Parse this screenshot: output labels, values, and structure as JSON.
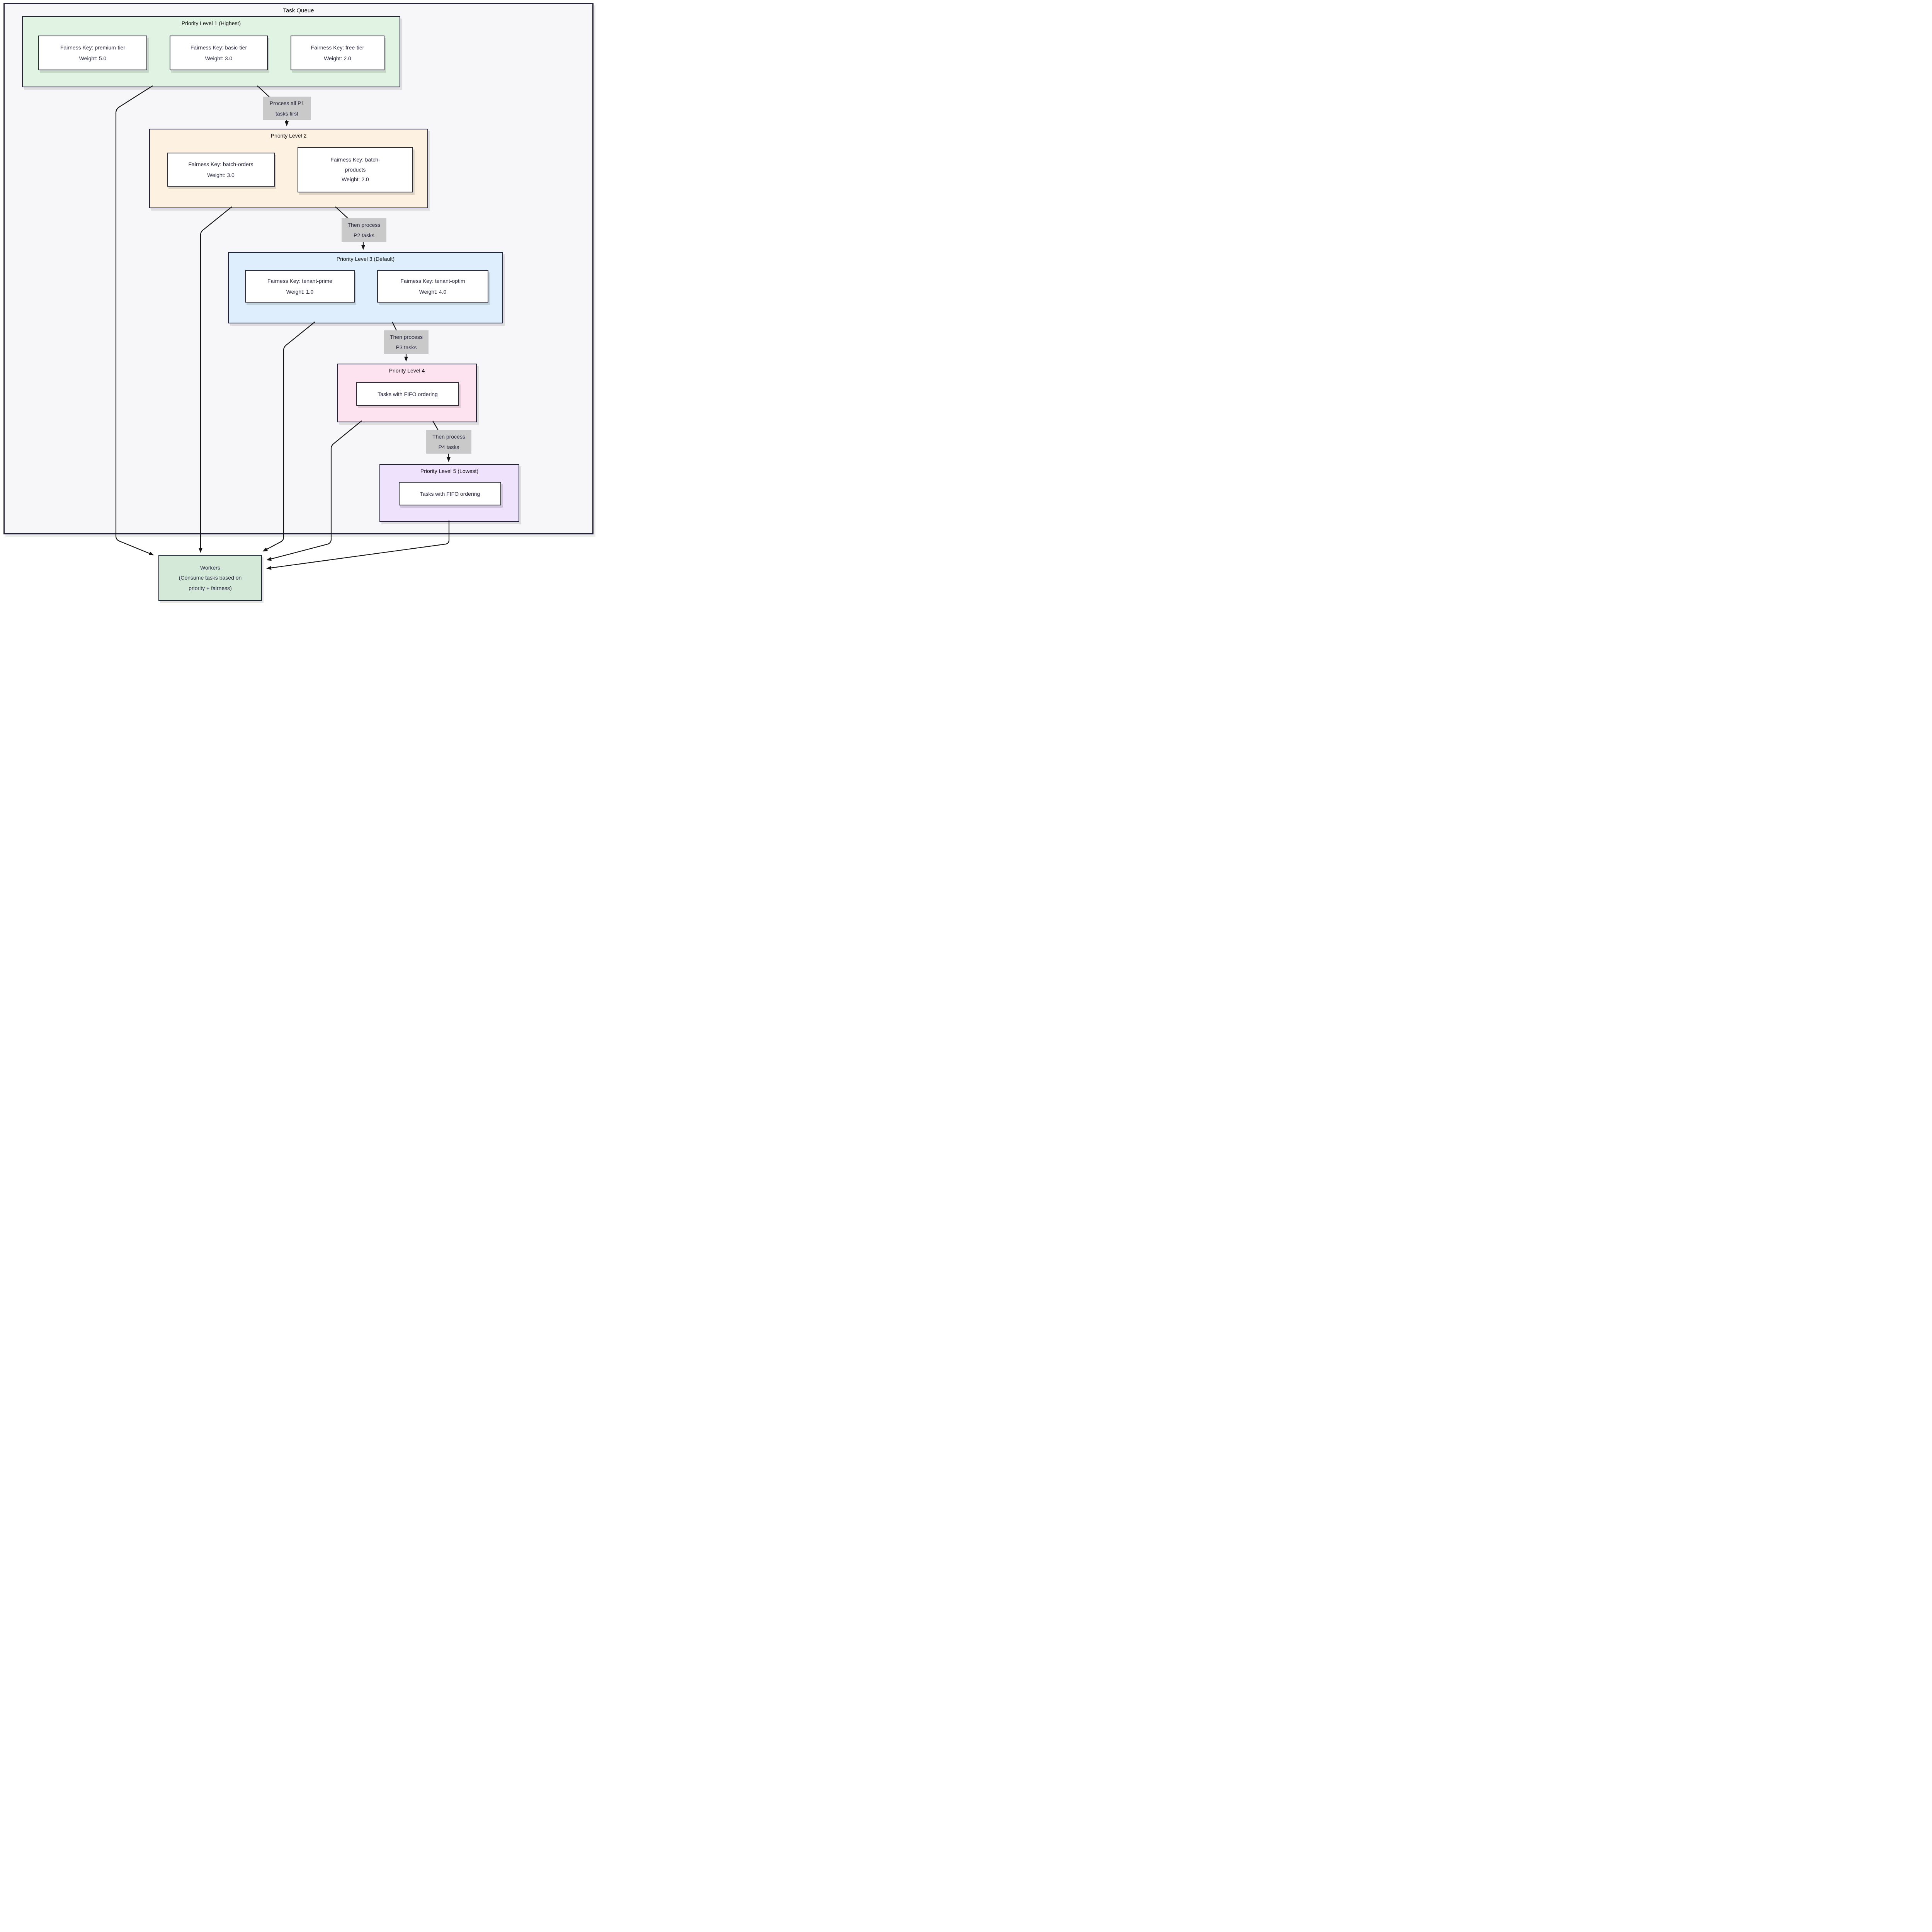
{
  "container": {
    "title": "Task Queue",
    "fill": "#f7f7fa",
    "border": "#23233a"
  },
  "levels": {
    "p1": {
      "title": "Priority Level 1 (Highest)",
      "fill": "#e1f3e2",
      "nodes": {
        "premium": {
          "lines": [
            "Fairness Key: premium-tier",
            "Weight: 5.0"
          ]
        },
        "basic": {
          "lines": [
            "Fairness Key: basic-tier",
            "Weight: 3.0"
          ]
        },
        "free": {
          "lines": [
            "Fairness Key: free-tier",
            "Weight: 2.0"
          ]
        }
      }
    },
    "p2": {
      "title": "Priority Level 2",
      "fill": "#fdf2e2",
      "nodes": {
        "batch_orders": {
          "lines": [
            "Fairness Key: batch-orders",
            "Weight: 3.0"
          ]
        },
        "batch_products": {
          "lines": [
            "Fairness Key: batch-",
            "products",
            "Weight: 2.0"
          ]
        }
      }
    },
    "p3": {
      "title": "Priority Level 3 (Default)",
      "fill": "#dfeefc",
      "nodes": {
        "tenant_prime": {
          "lines": [
            "Fairness Key: tenant-prime",
            "Weight: 1.0"
          ]
        },
        "tenant_optim": {
          "lines": [
            "Fairness Key: tenant-optim",
            "Weight: 4.0"
          ]
        }
      }
    },
    "p4": {
      "title": "Priority Level 4",
      "fill": "#fde2f0",
      "nodes": {
        "fifo": {
          "lines": [
            "Tasks with FIFO ordering"
          ]
        }
      }
    },
    "p5": {
      "title": "Priority Level 5 (Lowest)",
      "fill": "#efe2fc",
      "nodes": {
        "fifo": {
          "lines": [
            "Tasks with FIFO ordering"
          ]
        }
      }
    }
  },
  "edge_labels": {
    "p1_p2": {
      "lines": [
        "Process all P1",
        "tasks first"
      ],
      "fill": "#c9c9c9"
    },
    "p2_p3": {
      "lines": [
        "Then process",
        "P2 tasks"
      ],
      "fill": "#c9c9c9"
    },
    "p3_p4": {
      "lines": [
        "Then process",
        "P3 tasks"
      ],
      "fill": "#c9c9c9"
    },
    "p4_p5": {
      "lines": [
        "Then process",
        "P4 tasks"
      ],
      "fill": "#c9c9c9"
    }
  },
  "workers": {
    "fill": "#d5e9d8",
    "lines": [
      "Workers",
      "(Consume tasks based on",
      "priority + fairness)"
    ]
  },
  "edge_color": "#141414"
}
